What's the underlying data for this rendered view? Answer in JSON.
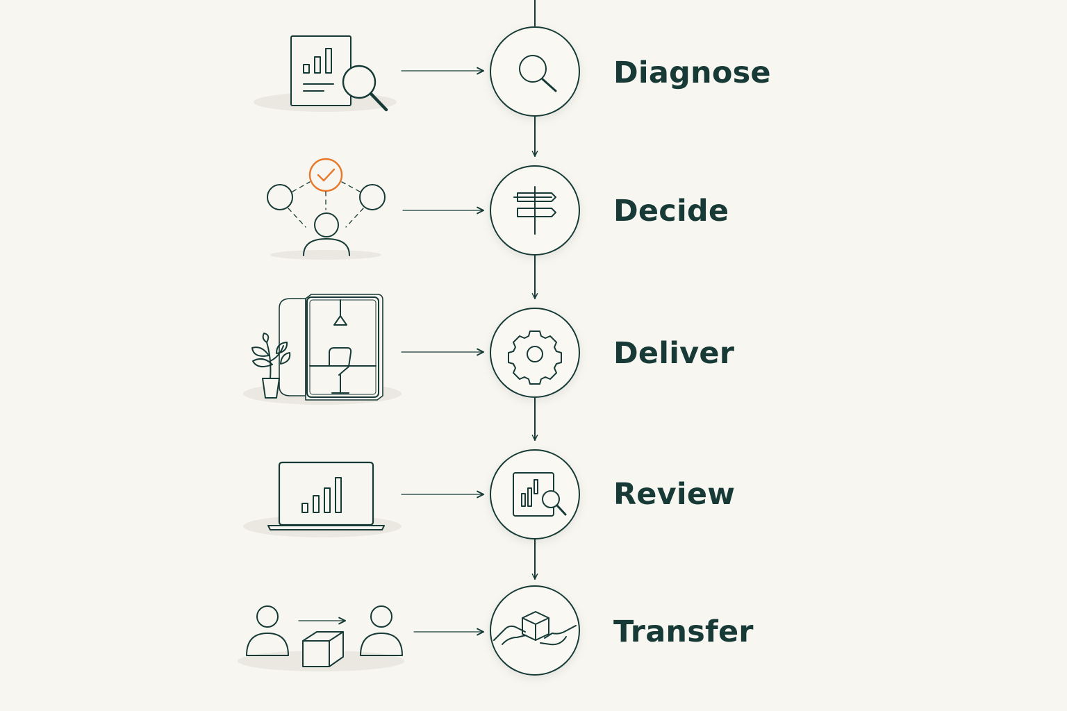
{
  "colors": {
    "background": "#f7f6f0",
    "line": "#173a36",
    "accent": "#e8782a",
    "shadow": "#e6e5dd"
  },
  "steps": [
    {
      "label": "Diagnose",
      "step_icon": "magnifier-icon",
      "illustration": "report-magnifier-icon"
    },
    {
      "label": "Decide",
      "step_icon": "signpost-icon",
      "illustration": "person-options-icon"
    },
    {
      "label": "Deliver",
      "step_icon": "gear-icon",
      "illustration": "office-booth-plant-icon"
    },
    {
      "label": "Review",
      "step_icon": "chart-magnifier-icon",
      "illustration": "laptop-chart-icon"
    },
    {
      "label": "Transfer",
      "step_icon": "handover-box-icon",
      "illustration": "people-box-transfer-icon"
    }
  ]
}
